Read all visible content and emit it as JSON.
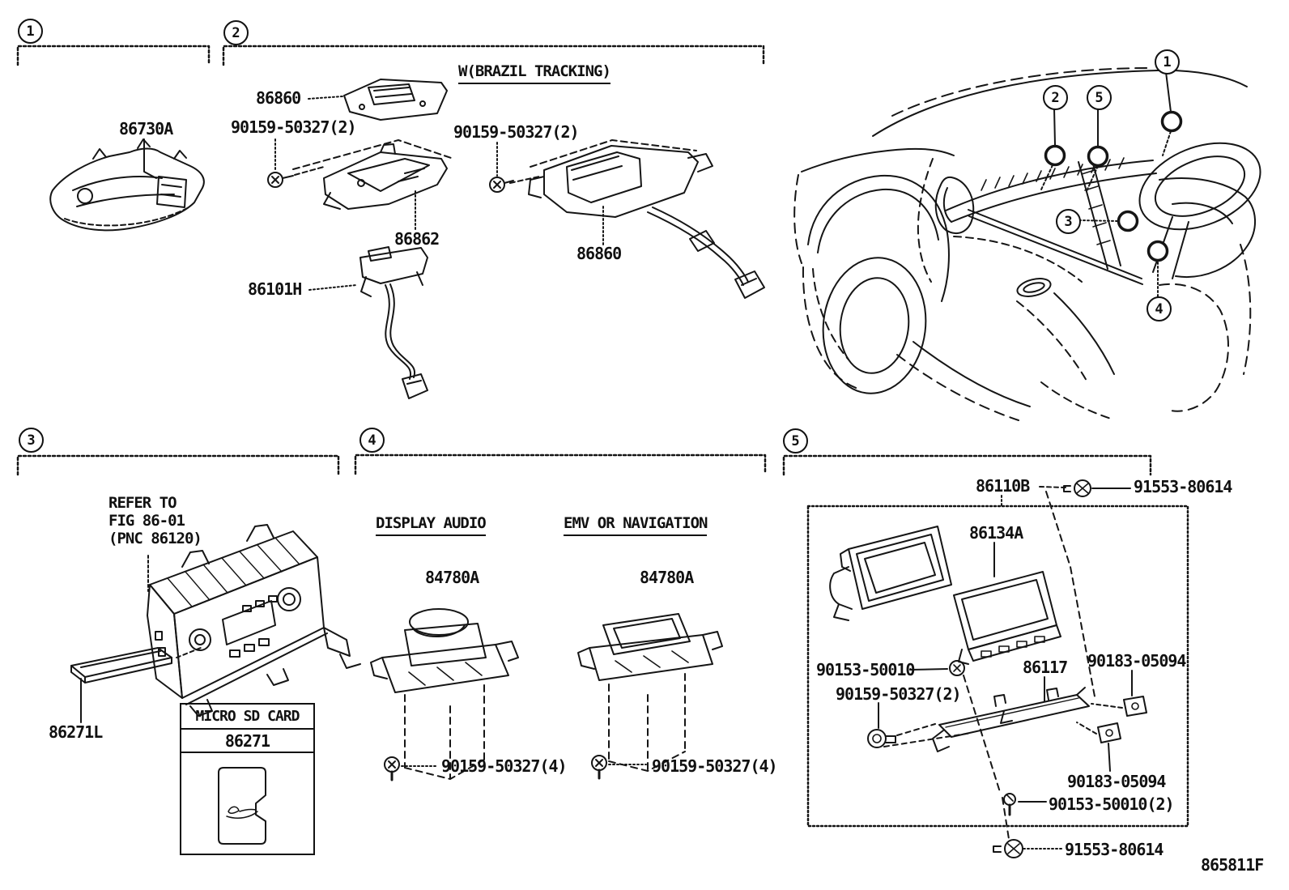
{
  "footer": {
    "code": "865811F"
  },
  "s1": {
    "num": "1",
    "p86730a": "86730A"
  },
  "s2": {
    "num": "2",
    "heading": "W(BRAZIL TRACKING)",
    "p86860top": "86860",
    "screw_left": "90159-50327(2)",
    "screw_right": "90159-50327(2)",
    "p86862": "86862",
    "p86101h": "86101H",
    "p86860brazil": "86860"
  },
  "car": {
    "c1": "1",
    "c2": "2",
    "c5": "5",
    "c3": "3",
    "c4": "4"
  },
  "s3": {
    "num": "3",
    "refer1": "REFER TO",
    "refer2": "FIG 86-01",
    "refer3": "(PNC 86120)",
    "p86271l": "86271L",
    "sd_title": "MICRO SD CARD",
    "sd_part": "86271"
  },
  "s4": {
    "num": "4",
    "heading_left": "DISPLAY AUDIO",
    "heading_right": "EMV OR NAVIGATION",
    "p84780a_left": "84780A",
    "p84780a_right": "84780A",
    "screw_left": "90159-50327(4)",
    "screw_right": "90159-50327(4)"
  },
  "s5": {
    "num": "5",
    "p86110b": "86110B",
    "screw_91553_top": "91553-80614",
    "p86134a": "86134A",
    "screw_90153": "90153-50010",
    "screw_90159": "90159-50327(2)",
    "p86117": "86117",
    "clip_90183_top": "90183-05094",
    "clip_90183_bottom": "90183-05094",
    "screw_90153_2": "90153-50010(2)",
    "screw_91553_bottom": "91553-80614"
  }
}
